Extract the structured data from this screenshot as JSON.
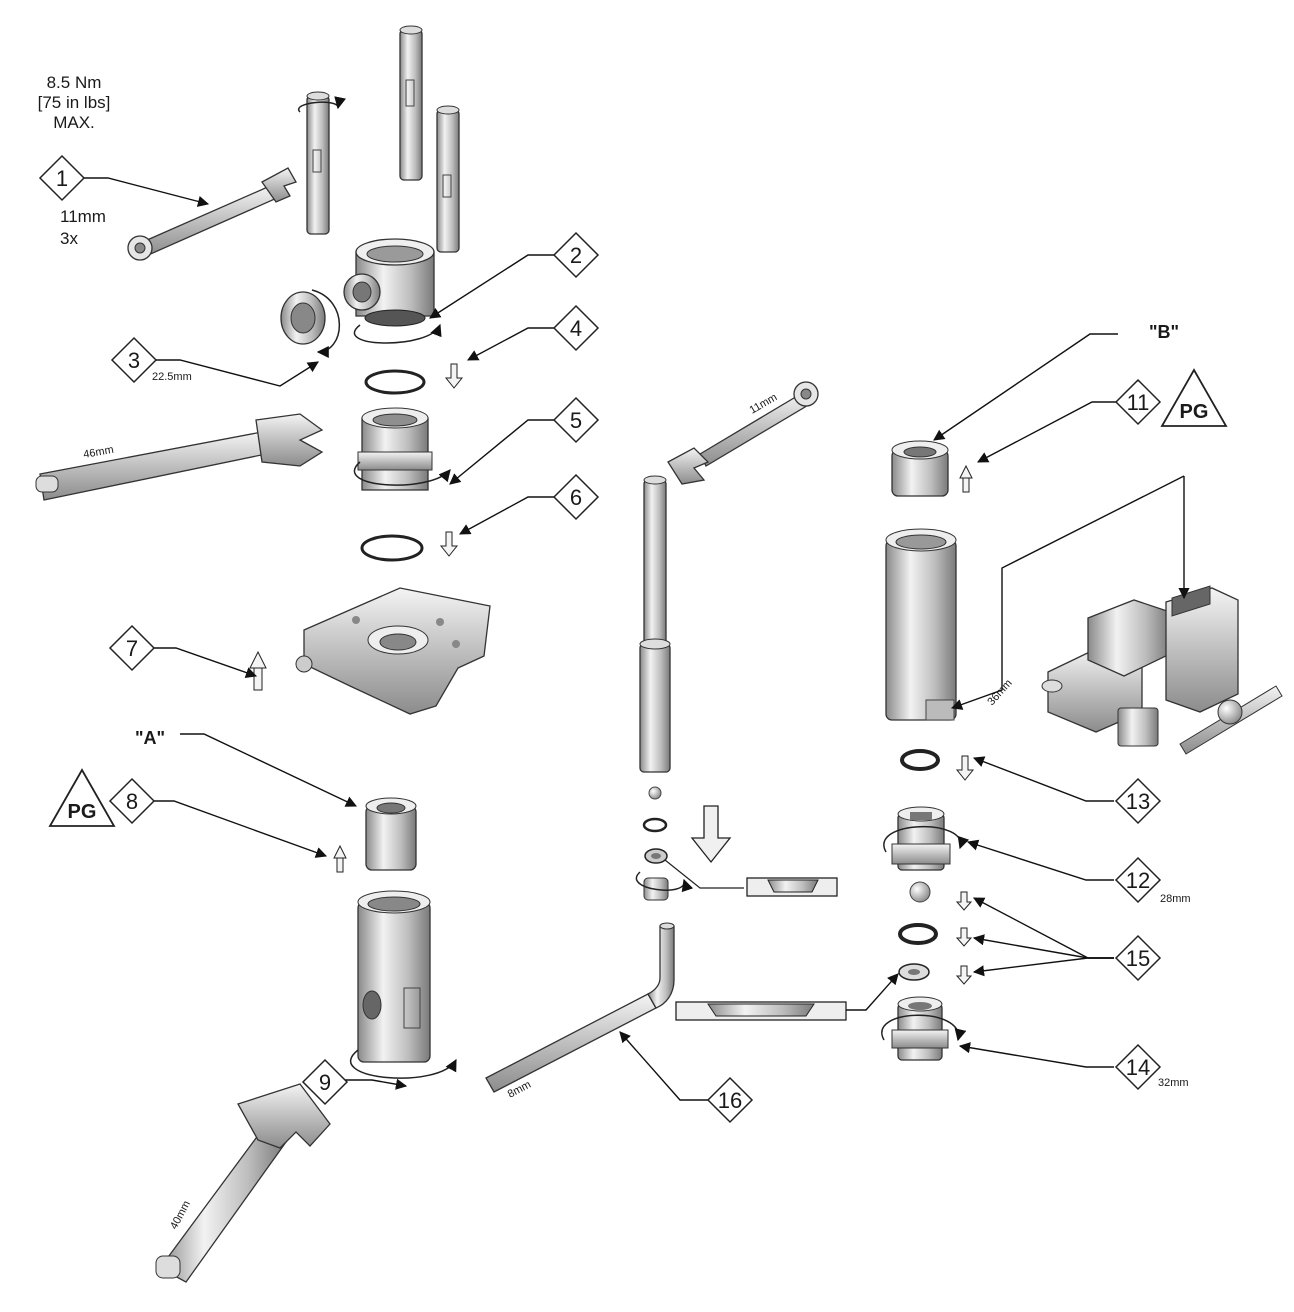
{
  "torque": {
    "line1": "8.5 Nm",
    "line2": "[75 in lbs]",
    "line3": "MAX."
  },
  "callouts": {
    "c1": "1",
    "c2": "2",
    "c3": "3",
    "c4": "4",
    "c5": "5",
    "c6": "6",
    "c7": "7",
    "c8": "8",
    "c9": "9",
    "c11": "11",
    "c12": "12",
    "c13": "13",
    "c14": "14",
    "c15": "15",
    "c16": "16"
  },
  "tool_notes": {
    "wrench_11mm_size": "11mm",
    "wrench_11mm_count": "3x",
    "socket_22_5": "22.5mm",
    "wrench_46": "46mm",
    "wrench_11_center": "11mm",
    "socket_36": "36mm",
    "socket_28": "28mm",
    "socket_32": "32mm",
    "hex_key_8": "8mm",
    "wrench_40": "40mm"
  },
  "markers": {
    "a": "\"A\"",
    "b": "\"B\"",
    "pg_left": "PG",
    "pg_right": "PG"
  }
}
